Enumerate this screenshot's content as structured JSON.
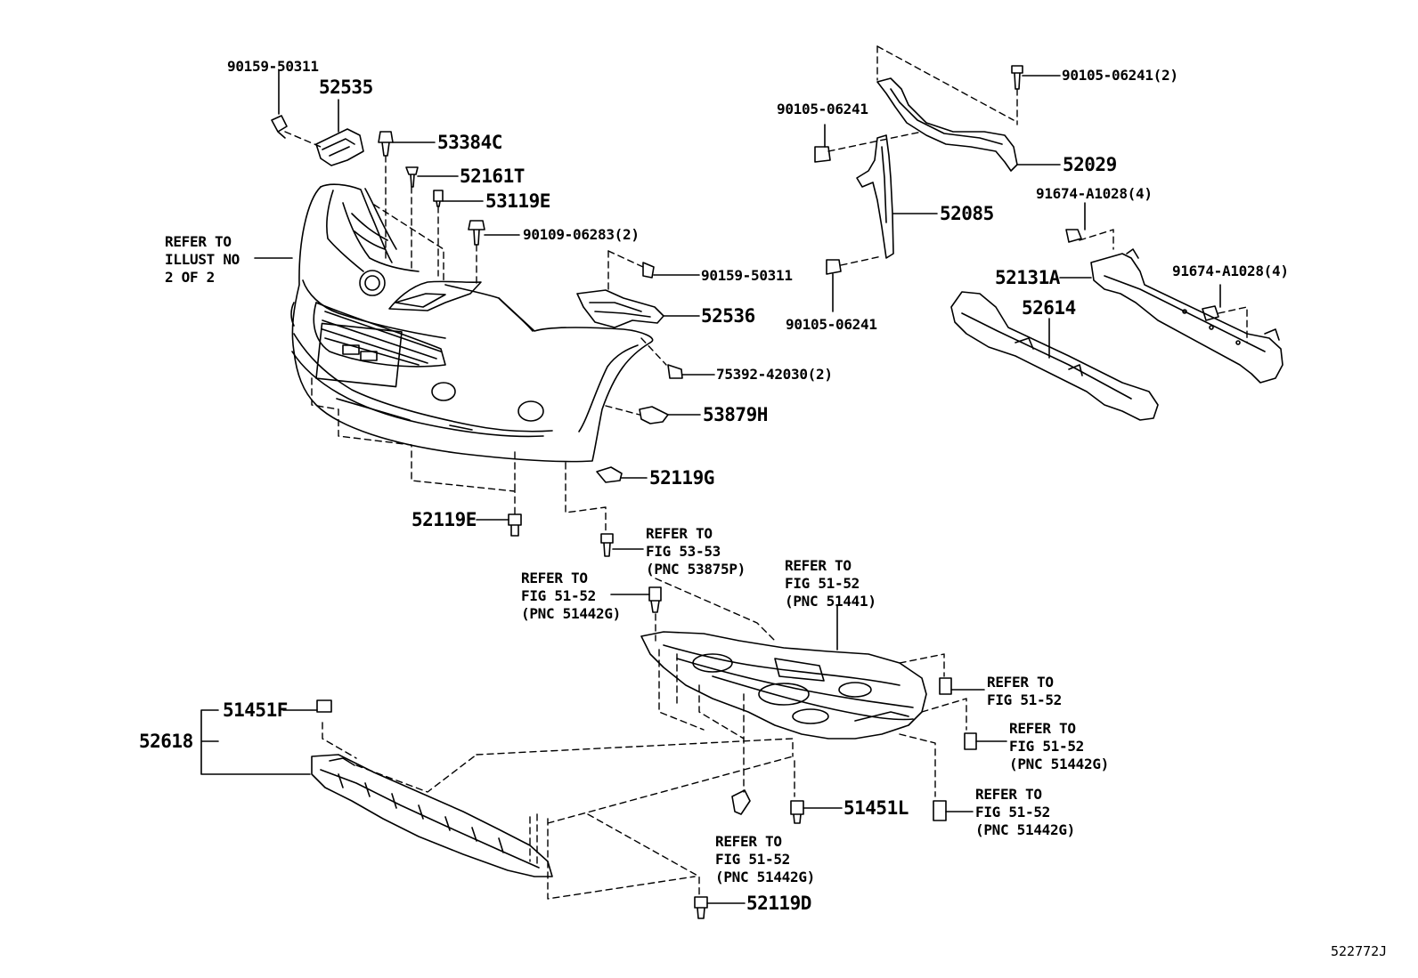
{
  "diagram_id": "522772J",
  "part_numbers": {
    "p1": "90159-50311",
    "p2": "52535",
    "p3": "53384C",
    "p4": "52161T",
    "p5": "53119E",
    "p6": "90109-06283(2)",
    "p7": "90159-50311",
    "p8": "52536",
    "p9": "75392-42030(2)",
    "p10": "53879H",
    "p11": "52119G",
    "p12": "52119E",
    "p13": "90105-06241(2)",
    "p14": "90105-06241",
    "p15": "52029",
    "p16": "52085",
    "p17": "91674-A1028(4)",
    "p18": "52131A",
    "p19": "91674-A1028(4)",
    "p20": "52614",
    "p21": "90105-06241",
    "p22": "51451F",
    "p23": "52618",
    "p24": "51451L",
    "p25": "52119D"
  },
  "refer_notes": {
    "n1": "REFER TO\nILLUST NO\n2 OF 2",
    "n2": "REFER TO\nFIG 53-53\n(PNC 53875P)",
    "n3": "REFER TO\nFIG 51-52\n(PNC 51442G)",
    "n4": "REFER TO\nFIG 51-52\n(PNC 51441)",
    "n5": "REFER TO\nFIG 51-52",
    "n6": "REFER TO\nFIG 51-52\n(PNC 51442G)",
    "n7": "REFER TO\nFIG 51-52\n(PNC 51442G)",
    "n8": "REFER TO\nFIG 51-52\n(PNC 51442G)"
  }
}
